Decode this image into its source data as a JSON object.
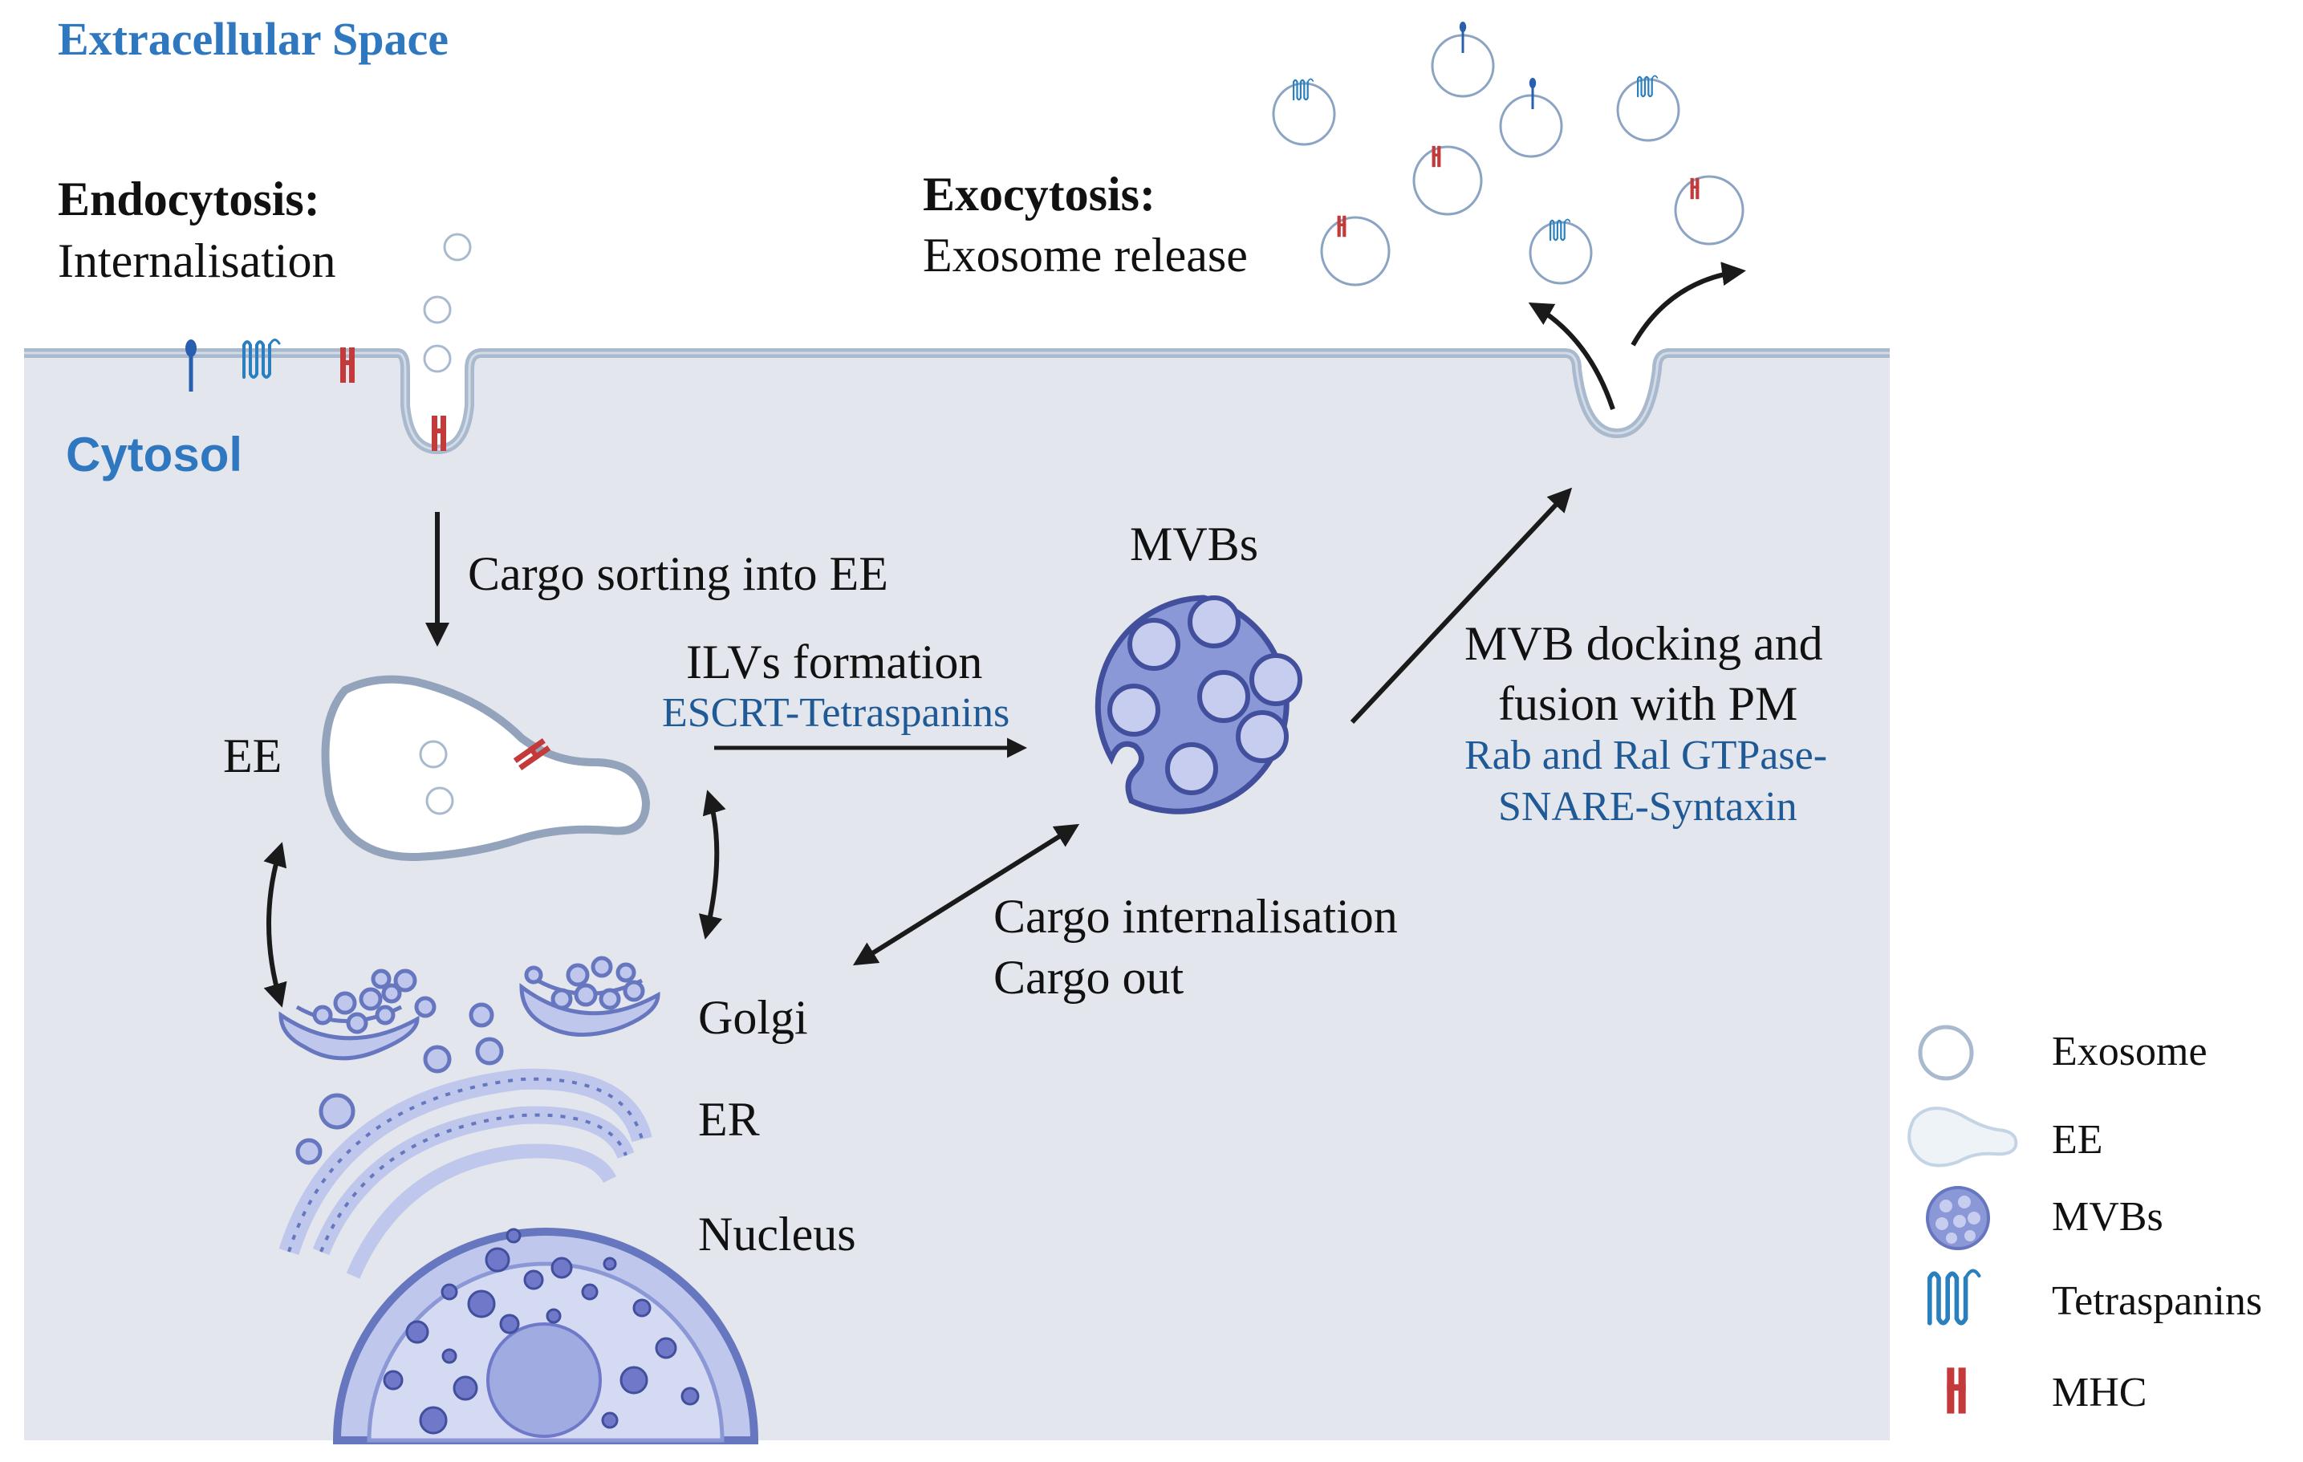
{
  "colors": {
    "cytosol": "#e3e6ec",
    "membrane": "#a9b9ce",
    "heading_blue": "#2f78bf",
    "subtext_blue": "#1f5a96",
    "organelle_fill": "#bfc8ec",
    "organelle_stroke": "#6676bf",
    "organelle_dark": "#6f78c9",
    "mhc_red": "#c43a3a",
    "tetraspanin_blue": "#2a7fbf",
    "arrow": "#1a1a1a"
  },
  "regions": {
    "extracellular": "Extracellular Space",
    "cytosol": "Cytosol"
  },
  "endocytosis": {
    "title": "Endocytosis:",
    "subtitle": "Internalisation"
  },
  "exocytosis": {
    "title": "Exocytosis:",
    "subtitle": "Exosome release"
  },
  "steps": {
    "cargo_sorting": "Cargo sorting into EE",
    "ilv_formation": "ILVs formation",
    "ilv_mechanism": "ESCRT-Tetraspanins",
    "docking_line1": "MVB docking and",
    "docking_line2": "fusion with PM",
    "docking_mech1": "Rab and Ral GTPase-",
    "docking_mech2": "SNARE-Syntaxin",
    "cargo_internalisation": "Cargo internalisation",
    "cargo_out": "Cargo out"
  },
  "organelles": {
    "ee": "EE",
    "mvbs": "MVBs",
    "golgi": "Golgi",
    "er": "ER",
    "nucleus": "Nucleus"
  },
  "legend": [
    {
      "icon": "exosome-icon",
      "label": "Exosome"
    },
    {
      "icon": "ee-icon",
      "label": "EE"
    },
    {
      "icon": "mvb-icon",
      "label": "MVBs"
    },
    {
      "icon": "tetraspanin-icon",
      "label": "Tetraspanins"
    },
    {
      "icon": "mhc-icon",
      "label": "MHC"
    }
  ]
}
